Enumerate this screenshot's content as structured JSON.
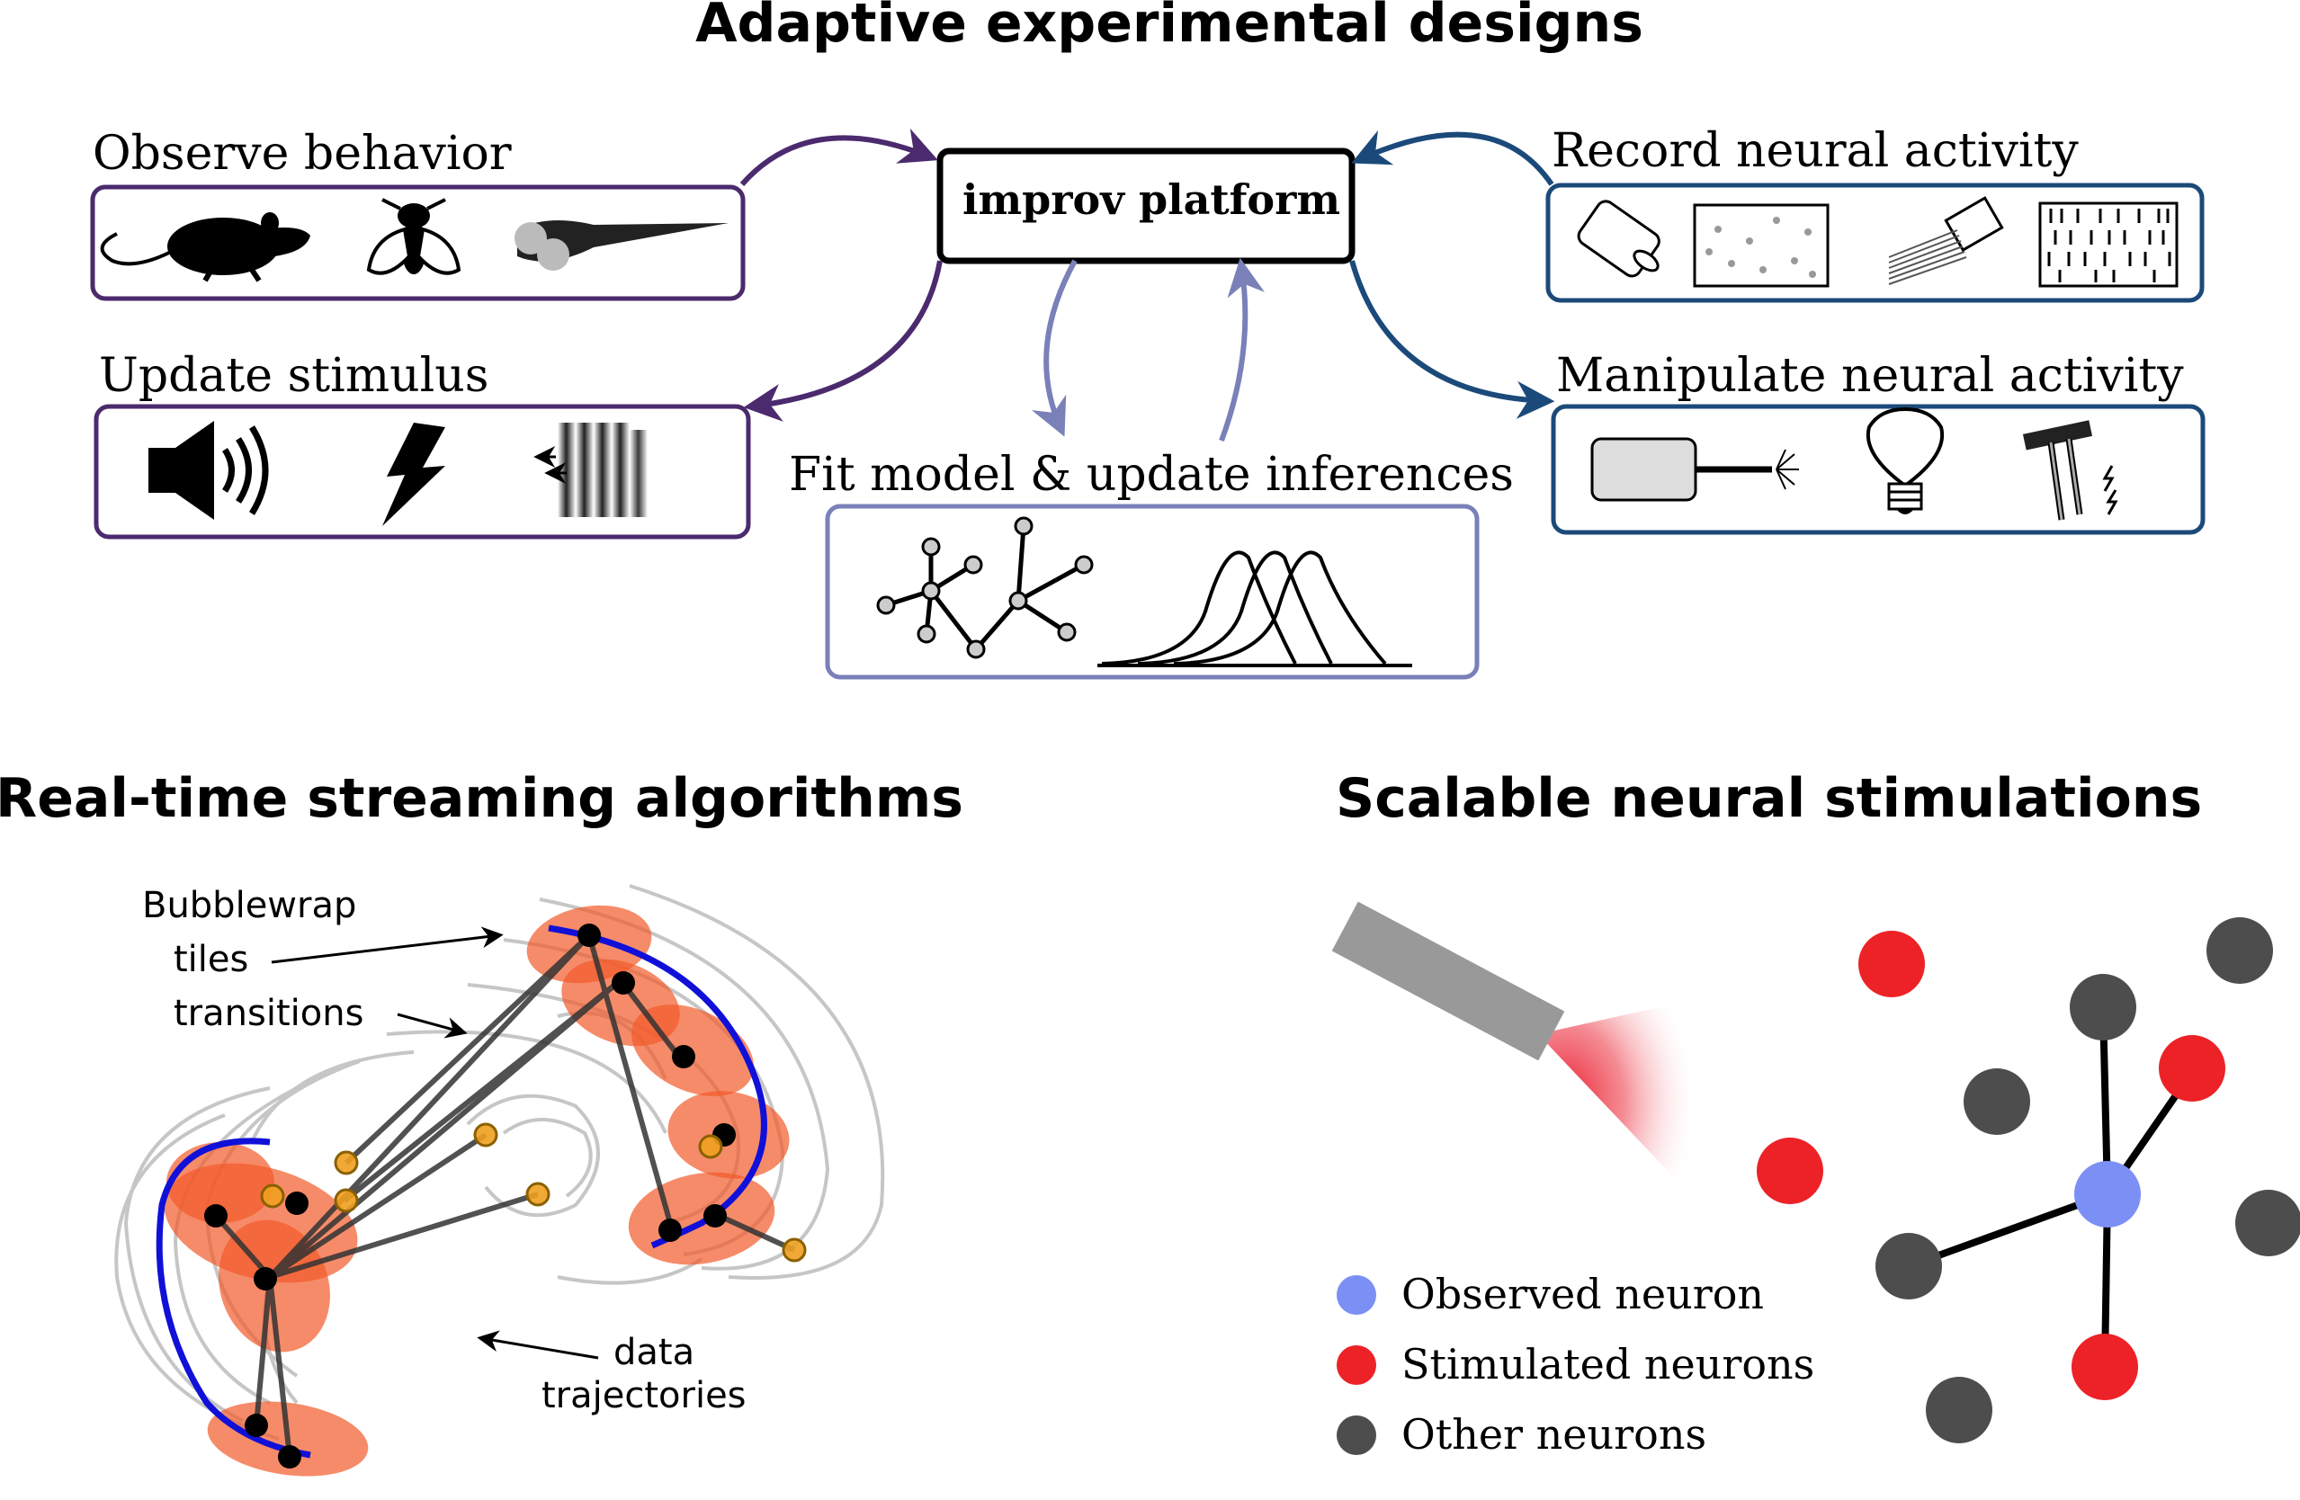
{
  "top": {
    "title": "Adaptive experimental designs",
    "platform_label": "improv platform",
    "observe_label": "Observe behavior",
    "update_label": "Update stimulus",
    "record_label": "Record neural activity",
    "manipulate_label": "Manipulate neural activity",
    "fit_label": "Fit model & update inferences"
  },
  "left_panel": {
    "title": "Real-time streaming algorithms",
    "label_bubblewrap": "Bubblewrap",
    "label_tiles": "tiles",
    "label_transitions": "transitions",
    "label_data": "data",
    "label_trajectories": "trajectories"
  },
  "right_panel": {
    "title": "Scalable neural stimulations",
    "legend": [
      {
        "label": "Observed neuron",
        "color": "#7b8ff5"
      },
      {
        "label": "Stimulated neurons",
        "color": "#ec2227"
      },
      {
        "label": "Other neurons",
        "color": "#4d4d4d"
      }
    ]
  },
  "colors": {
    "purple": "#4b2a6e",
    "blue": "#1b4a7a",
    "lavender": "#7a80b8",
    "orange_tile": "#f25a2a",
    "trajectory_blue": "#1010d8",
    "gold_node": "#f0a020",
    "gray_node": "#4d4d4d"
  }
}
